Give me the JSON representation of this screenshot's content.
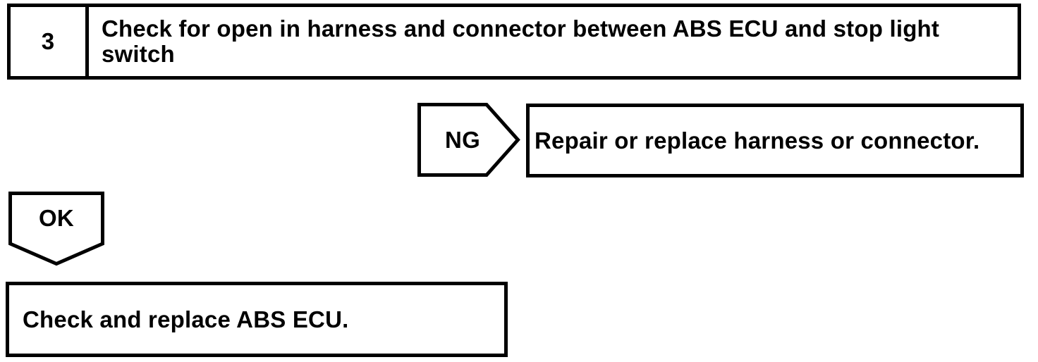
{
  "flowchart": {
    "step": {
      "number": "3",
      "title": "Check for open in harness and connector between ABS ECU and stop light switch"
    },
    "ng_branch": {
      "label": "NG",
      "action": "Repair or replace harness or connector."
    },
    "ok_branch": {
      "label": "OK",
      "action": "Check and replace ABS ECU."
    },
    "colors": {
      "ink": "#000000",
      "paper": "#ffffff"
    }
  }
}
